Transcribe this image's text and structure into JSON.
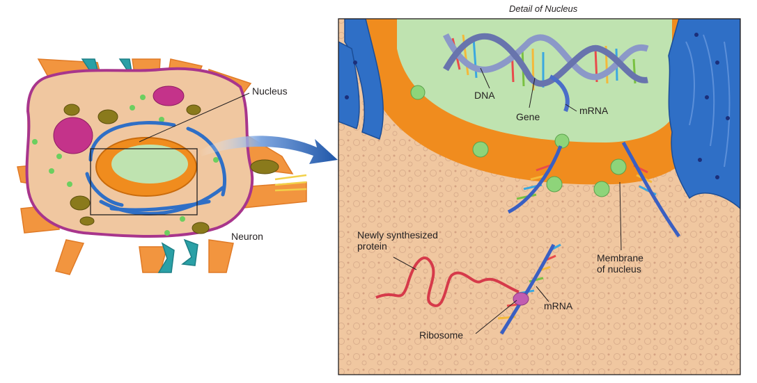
{
  "title": "Detail of Nucleus",
  "labels": {
    "nucleus": "Nucleus",
    "neuron": "Neuron",
    "dna": "DNA",
    "gene": "Gene",
    "mrna_top": "mRNA",
    "membrane": "Membrane\nof nucleus",
    "protein": "Newly synthesized\nprotein",
    "mrna_bottom": "mRNA",
    "ribosome": "Ribosome"
  },
  "colors": {
    "cytoplasm": "#f0c7a0",
    "cell_membrane": "#a8358c",
    "cell_body": "#f3a15a",
    "nucleus_envelope": "#f08c1e",
    "nucleoplasm": "#bfe3b0",
    "er": "#2f6fc6",
    "mitochondria": "#8a7a1c",
    "golgi": "#c4338a",
    "arrow": "#2c5fb0",
    "protein": "#d63a4a",
    "ribosome": "#c15db0"
  },
  "icons": {
    "zoom_arrow": "curved-arrow-icon"
  }
}
